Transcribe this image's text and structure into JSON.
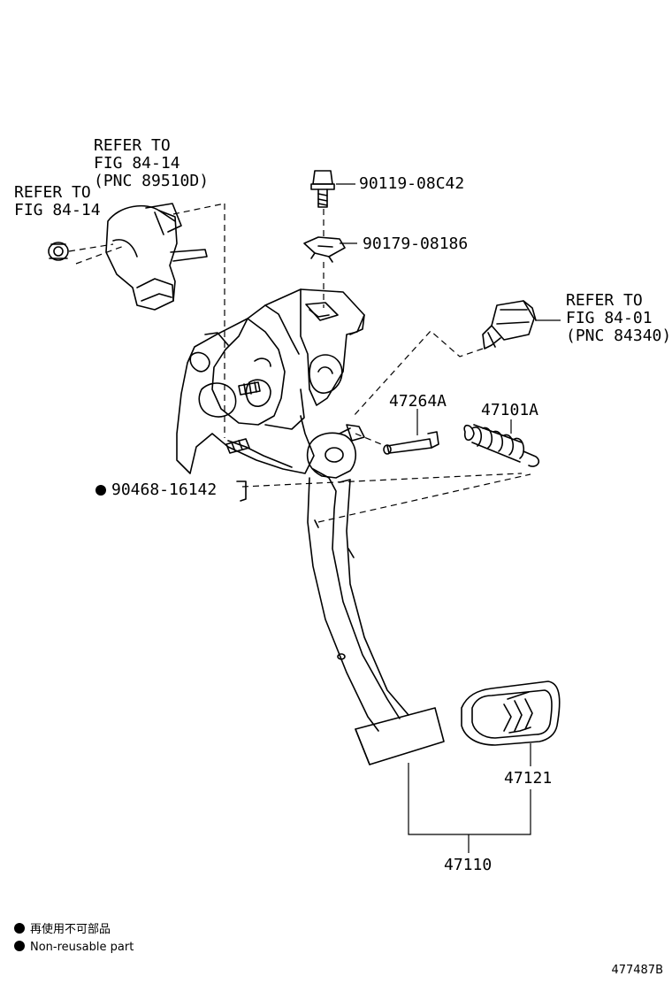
{
  "labels": {
    "refer_sensor_1": "REFER TO",
    "refer_sensor_2": "FIG 84-14",
    "refer_sensor_3": "(PNC 89510D)",
    "refer_nut_1": "REFER TO",
    "refer_nut_2": "FIG 84-14",
    "bolt": "90119-08C42",
    "clip": "90179-08186",
    "refer_switch_1": "REFER TO",
    "refer_switch_2": "FIG 84-01",
    "refer_switch_3": "(PNC 84340)",
    "pin": "47264A",
    "spring": "47101A",
    "clip_nonreusable": "90468-16142",
    "pad": "47121",
    "pedal": "47110"
  },
  "legend": {
    "line_jp": "再使用不可部品",
    "line_en": "Non-reusable part"
  },
  "illustration_code": "477487B"
}
